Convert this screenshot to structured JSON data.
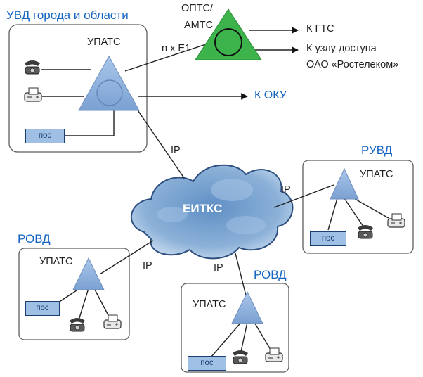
{
  "nodes": {
    "uvd": {
      "title": "УВД города и области",
      "switch": "УПАТС",
      "console": "пос"
    },
    "opts": {
      "label_line1": "ОПТС/",
      "label_line2": "АМТС"
    },
    "ruvd": {
      "title": "РУВД",
      "switch": "УПАТС",
      "console": "пос"
    },
    "rovd_left": {
      "title": "РОВД",
      "switch": "УПАТС",
      "console": "пос"
    },
    "rovd_bottom": {
      "title": "РОВД",
      "switch": "УПАТС",
      "console": "пос"
    },
    "cloud": {
      "label": "ЕИТКС"
    }
  },
  "links": {
    "trunk": "n x E1",
    "gts": "К ГТС",
    "access_line1": "К узлу доступа",
    "access_line2": "ОАО «Ростелеком»",
    "oku": "К ОКУ",
    "ip_uvd": "IP",
    "ip_ruvd": "IP",
    "ip_rovd_left": "IP",
    "ip_rovd_bottom": "IP"
  },
  "colors": {
    "triangle_blue": "#8aaedb",
    "triangle_green": "#3cb44b",
    "title_blue": "#1565c0",
    "cloud_blue": "#7fa6d0"
  },
  "icons": [
    "telephone-icon",
    "fax-icon"
  ]
}
